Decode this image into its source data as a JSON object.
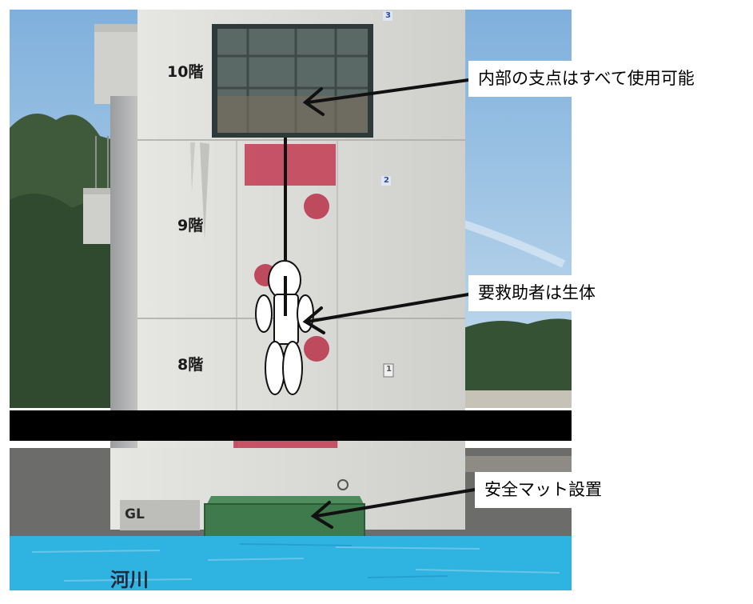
{
  "floors": {
    "f10": "10階",
    "f9": "9階",
    "f8": "8階"
  },
  "callouts": {
    "anchor_points": "内部の支点はすべて使用可能",
    "victim": "要救助者は生体",
    "mat": "安全マット設置"
  },
  "ground_label": "GL",
  "river_label": "河川",
  "plates": {
    "p3": "3",
    "p2": "2",
    "p1": "1"
  },
  "colors": {
    "sky": "#8fb9df",
    "tower_wall": "#d9d9d7",
    "red_marker": "#c0304a",
    "mat_green": "#3f7a4c",
    "river_blue": "#2fb3e0",
    "redaction_bar": "#000000"
  }
}
